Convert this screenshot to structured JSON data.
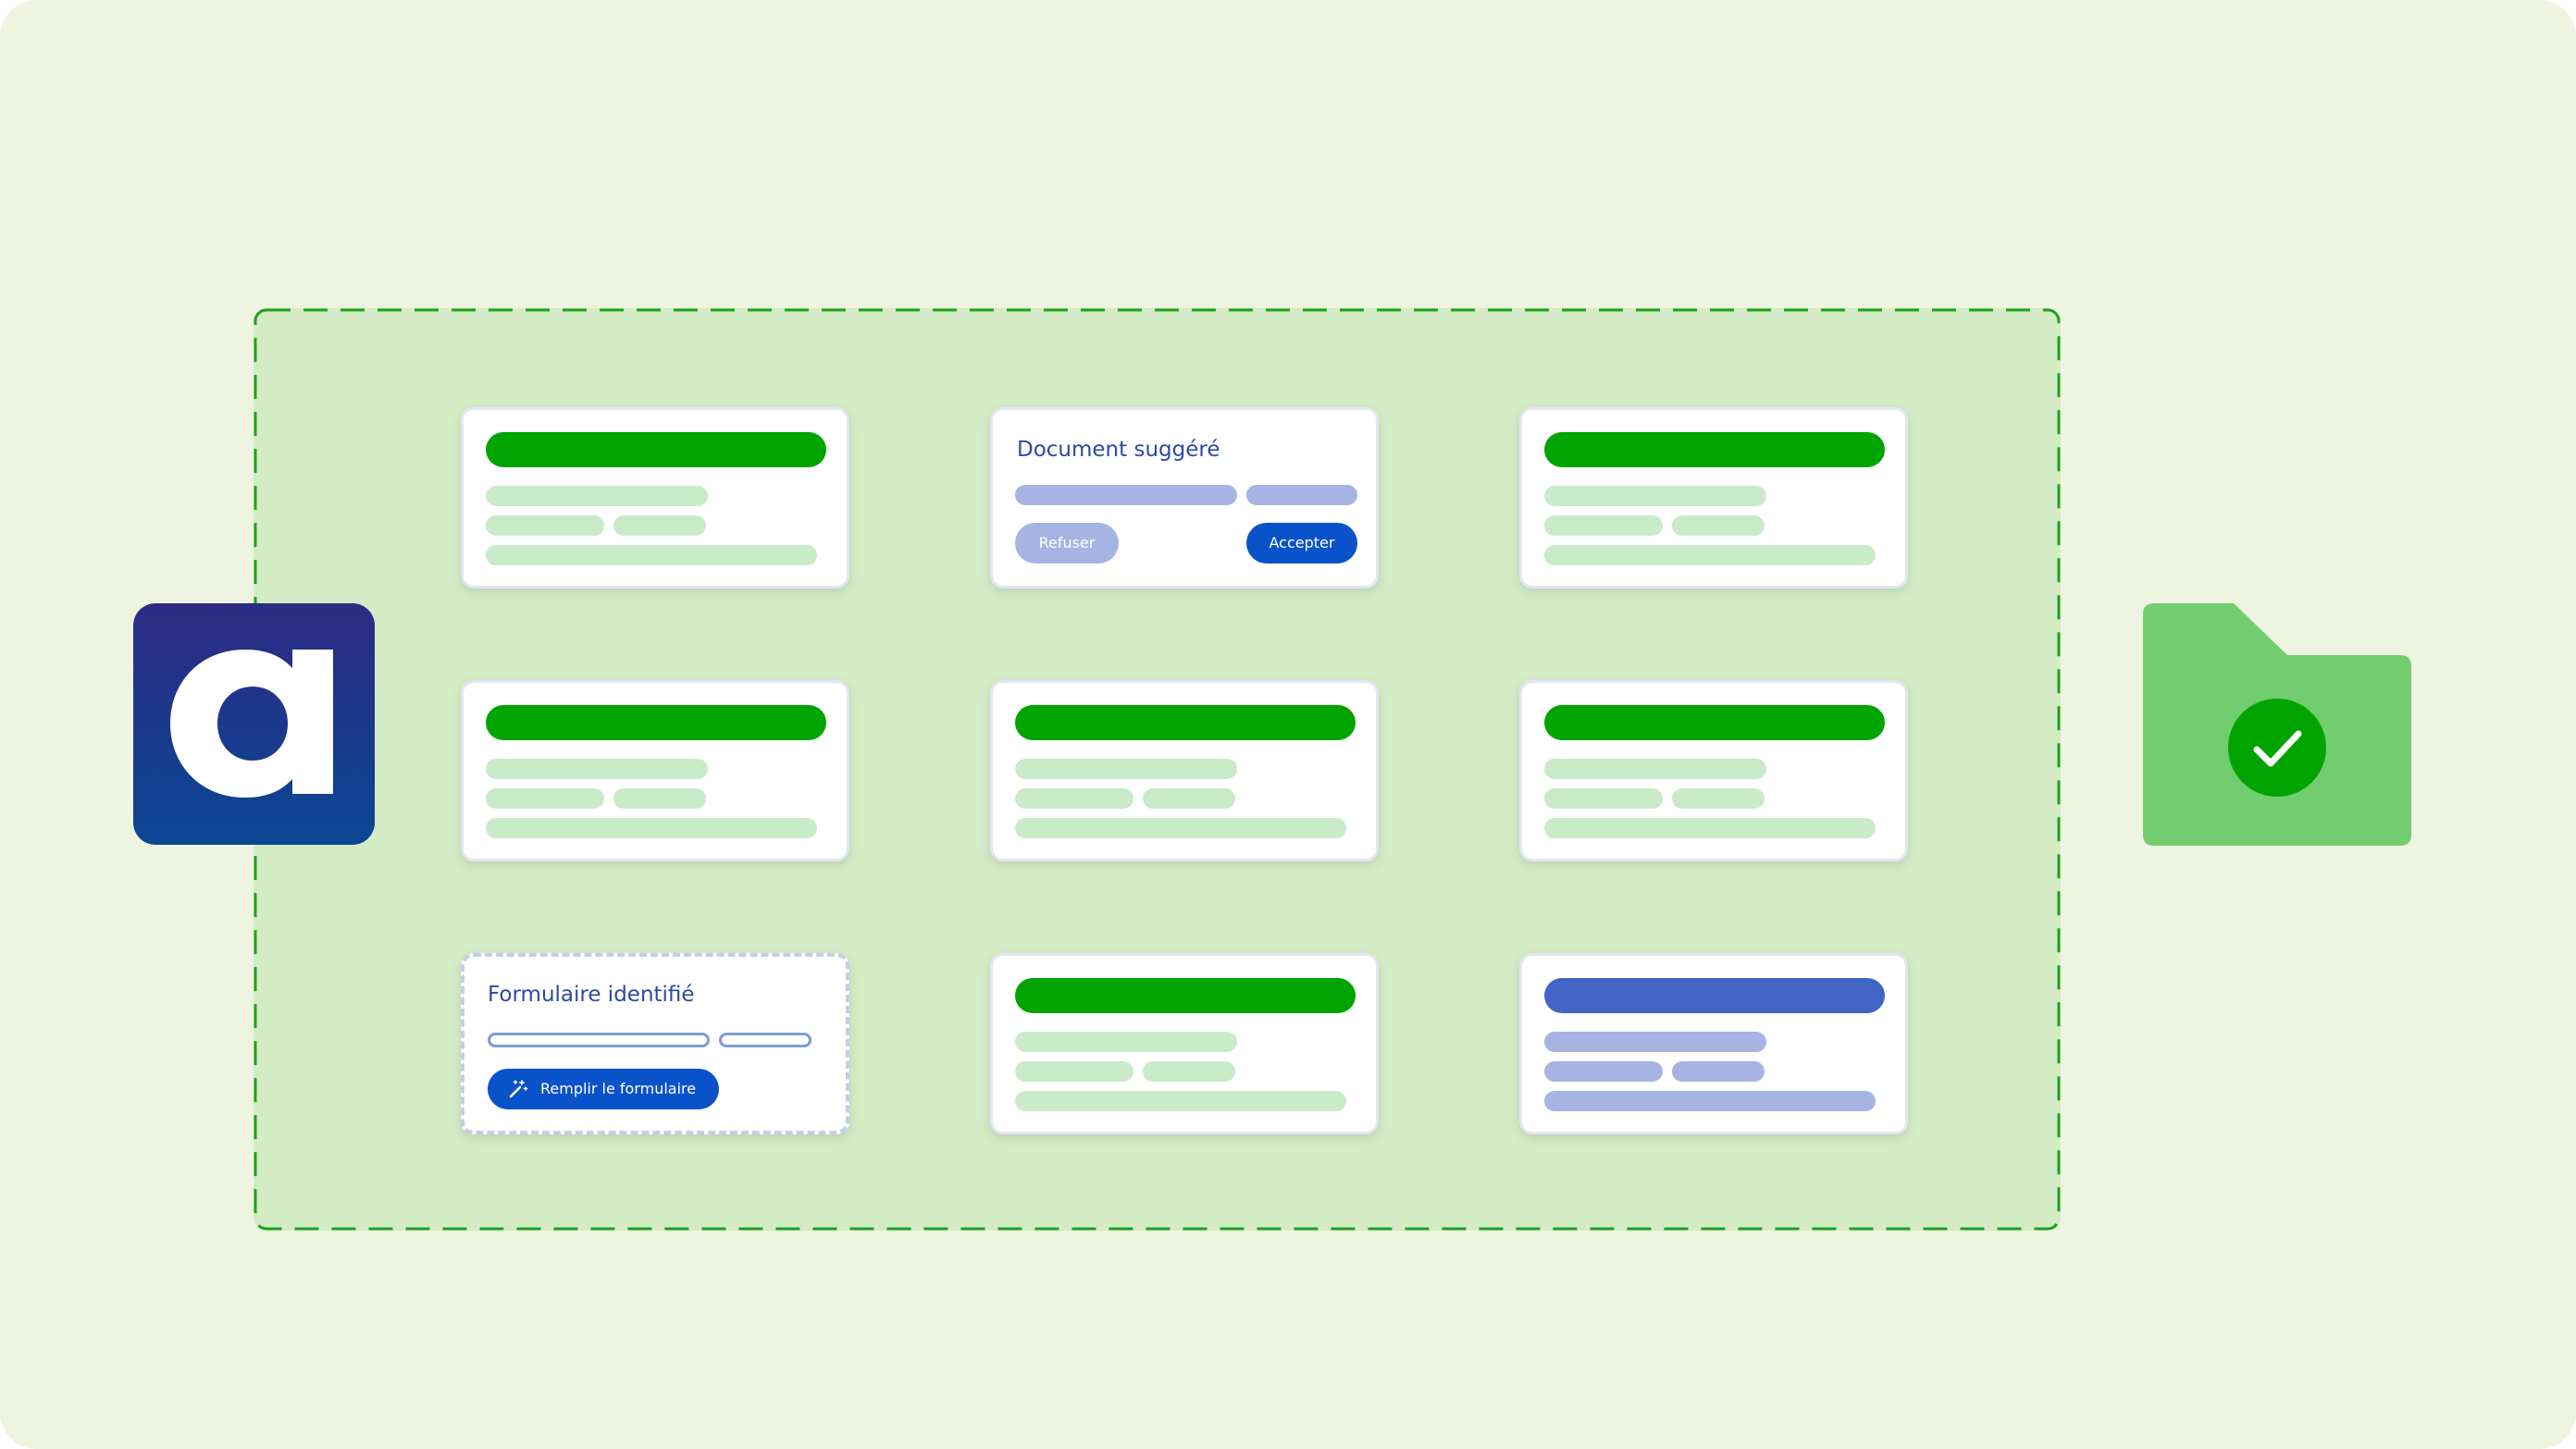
{
  "colors": {
    "background": "#eff4e0",
    "zone_fill": "#d4ecc6",
    "zone_border": "#1fa01f",
    "green_bar": "#00a400",
    "light_green_bar": "#c9ebc8",
    "blue_bar": "#4164c5",
    "light_blue_bar": "#a6b4e3",
    "primary_button": "#0a52c9",
    "title_text": "#2c49a6",
    "folder": "#72cd6f",
    "check_circle": "#00a400"
  },
  "icons": {
    "app_logo": "app-logo-icon",
    "folder": "folder-icon",
    "check": "check-icon",
    "magic_wand": "magic-wand-icon"
  },
  "suggested_document": {
    "title": "Document suggéré",
    "refuse_label": "Refuser",
    "accept_label": "Accepter"
  },
  "identified_form": {
    "title": "Formulaire identifié",
    "fill_label": "Remplir le formulaire"
  }
}
